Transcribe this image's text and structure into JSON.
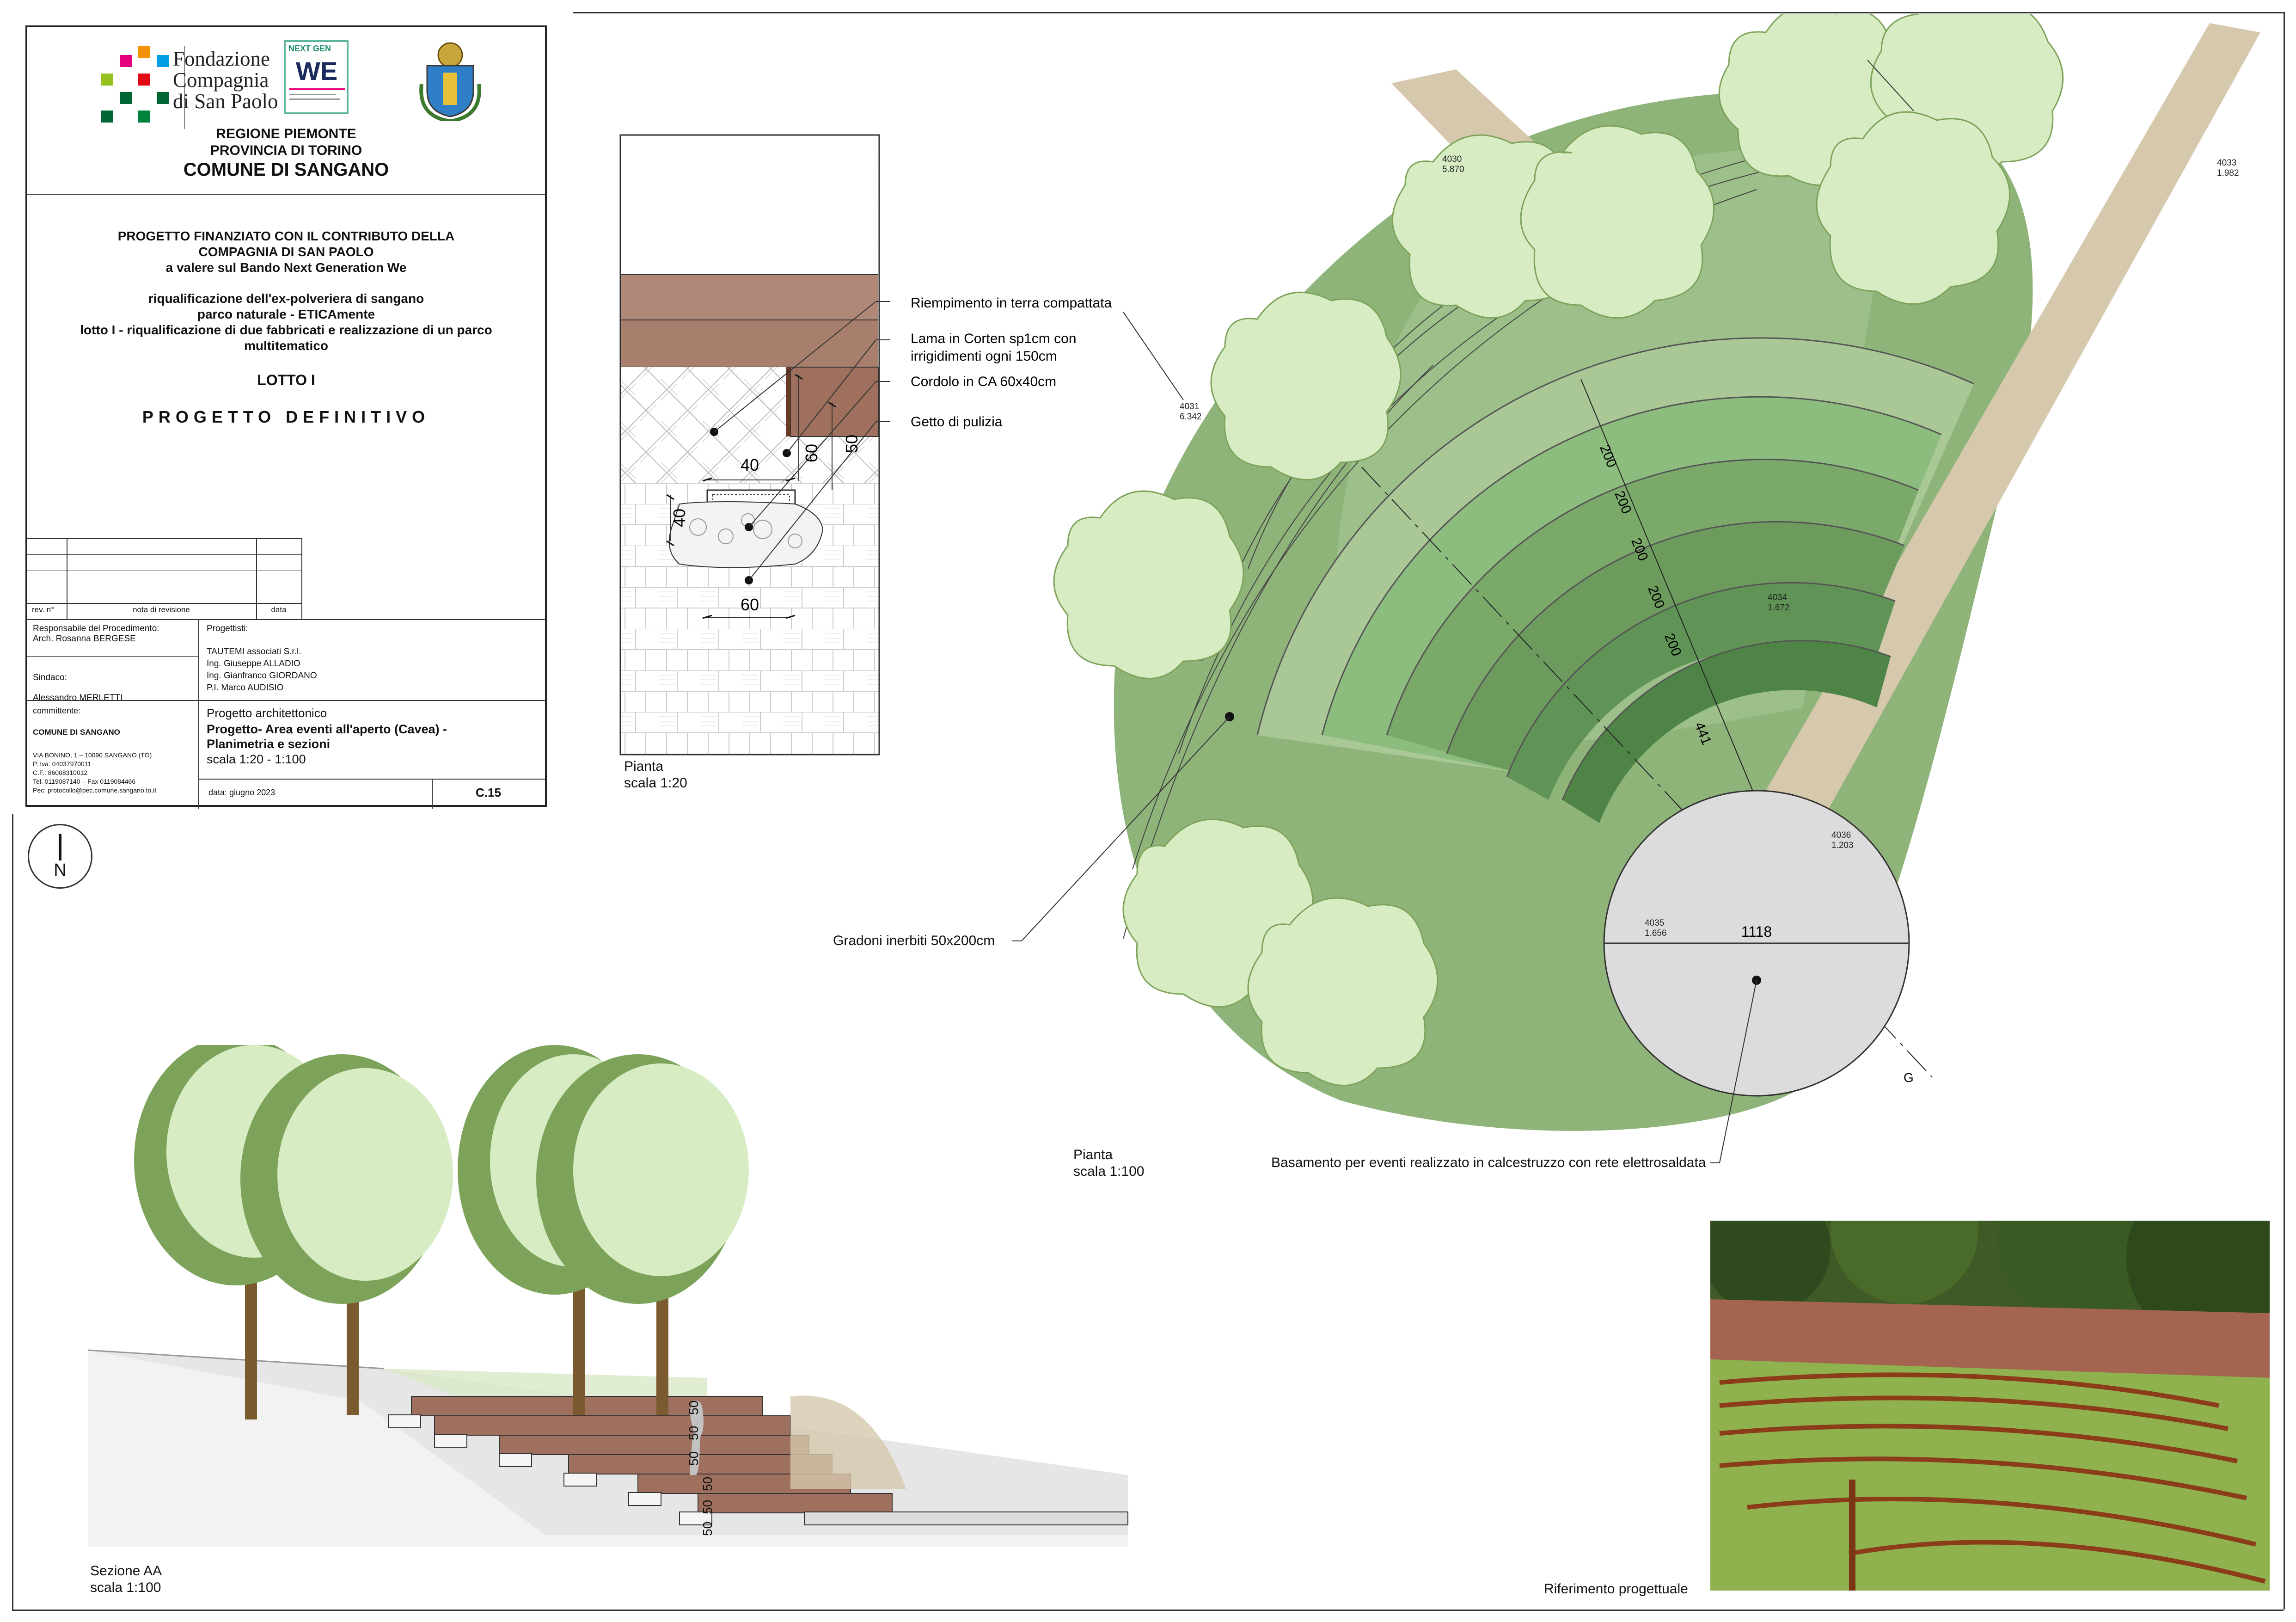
{
  "header": {
    "foundation_name": [
      "Fondazione",
      "Compagnia",
      "di San Paolo"
    ],
    "nextgen_logo": [
      "NEXT GEN",
      "WE"
    ],
    "region": "REGIONE PIEMONTE",
    "province": "PROVINCIA DI TORINO",
    "municipality": "COMUNE DI SANGANO"
  },
  "project": {
    "funding_lines": [
      "PROGETTO FINANZIATO CON IL CONTRIBUTO DELLA",
      "COMPAGNIA DI SAN PAOLO",
      "a valere sul Bando Next Generation We"
    ],
    "description_lines": [
      "riqualificazione dell'ex-polveriera di sangano",
      "parco naturale - ETICAmente",
      "lotto I - riqualificazione di due fabbricati e realizzazione di un parco",
      "multitematico"
    ],
    "lot": "LOTTO I",
    "phase": "PROGETTO DEFINITIVO"
  },
  "revision_table": {
    "rev_label": "rev. n°",
    "note_label": "nota di revisione",
    "date_label": "data"
  },
  "responsibles": {
    "rup_label": "Responsabile del Procedimento:",
    "rup_name": "Arch. Rosanna BERGESE",
    "mayor_label": "Sindaco:",
    "mayor_name": "Alessandro MERLETTI",
    "designers_label": "Progettisti:",
    "designers": [
      "TAUTEMI associati S.r.l.",
      "Ing. Giuseppe ALLADIO",
      "Ing. Gianfranco GIORDANO",
      "P.I. Marco AUDISIO"
    ]
  },
  "client": {
    "label": "committente:",
    "name": "COMUNE DI SANGANO",
    "details": [
      "VIA BONINO, 1 – 10090 SANGANO (TO)",
      "P. Iva: 04037970011",
      "C.F.: 86008310012",
      "Tel. 0119087140 – Fax 0119084466",
      "Pec: protocollo@pec.comune.sangano.to.it"
    ]
  },
  "drawing": {
    "category": "Progetto architettonico",
    "title_lines": [
      "Progetto- Area eventi all'aperto (Cavea) -",
      "Planimetria e sezioni"
    ],
    "scale": "scala 1:20 - 1:100",
    "date": "data: giugno 2023",
    "code": "C.15"
  },
  "north": {
    "label": "N"
  },
  "detail": {
    "caption": [
      "Pianta",
      "scala 1:20"
    ],
    "annotations": [
      "Riempimento in terra compattata",
      "Lama in Corten sp1cm con",
      "irrigidimenti ogni 150cm",
      "Cordolo in CA 60x40cm",
      "Getto di pulizia"
    ],
    "dims": [
      "40",
      "60",
      "50",
      "40",
      "60"
    ]
  },
  "plan": {
    "caption": [
      "Pianta",
      "scala 1:100"
    ],
    "step_dims": [
      "200",
      "200",
      "200",
      "200",
      "200",
      "441"
    ],
    "diameter": "1118",
    "label_steps": "Gradoni inerbiti 50x200cm",
    "label_base": "Basamento per eventi realizzato in calcestruzzo con rete elettrosaldata",
    "section_marker": "G",
    "spot_levels": [
      {
        "id": "4030",
        "value": "5.870"
      },
      {
        "id": "4033",
        "value": "1.982"
      },
      {
        "id": "4031",
        "value": "6.342"
      },
      {
        "id": "4034",
        "value": "1.672"
      },
      {
        "id": "4036",
        "value": "1.203"
      },
      {
        "id": "4035",
        "value": "1.656"
      }
    ]
  },
  "section": {
    "caption": [
      "Sezione AA",
      "scala 1:100"
    ],
    "step_heights": [
      "50",
      "50",
      "50",
      "50",
      "50",
      "50"
    ]
  },
  "photo": {
    "caption": "Riferimento progettuale"
  },
  "colors": {
    "lawn": "#8fb47a",
    "lawn_light": "#a9c896",
    "steps_dark": "#5f9456",
    "tree_fill": "#d8ecc4",
    "tree_shadow": "#7da35a",
    "corten": "#a0705e",
    "path": "#d6c8ac",
    "platform": "#dcdcdc"
  }
}
